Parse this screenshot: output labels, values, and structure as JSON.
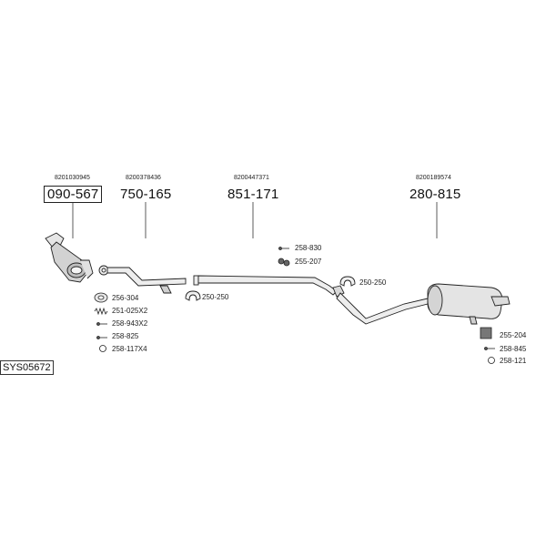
{
  "diagram": {
    "code": "SYS05672",
    "parts": [
      {
        "oem": "8201030945",
        "number": "090-567",
        "highlighted": true
      },
      {
        "oem": "8200378436",
        "number": "750-165"
      },
      {
        "oem": "8200447371",
        "number": "851-171"
      },
      {
        "oem": "8200189574",
        "number": "280-815"
      }
    ],
    "fittings": {
      "group1": [
        "256-304",
        "251-025X2",
        "258-943X2",
        "258-825",
        "258-117X4"
      ],
      "clamp1": "250-250",
      "group2": [
        "258-830",
        "255-207"
      ],
      "clamp2": "250-250",
      "group3": [
        "255-204",
        "258-845",
        "258-121"
      ]
    }
  }
}
